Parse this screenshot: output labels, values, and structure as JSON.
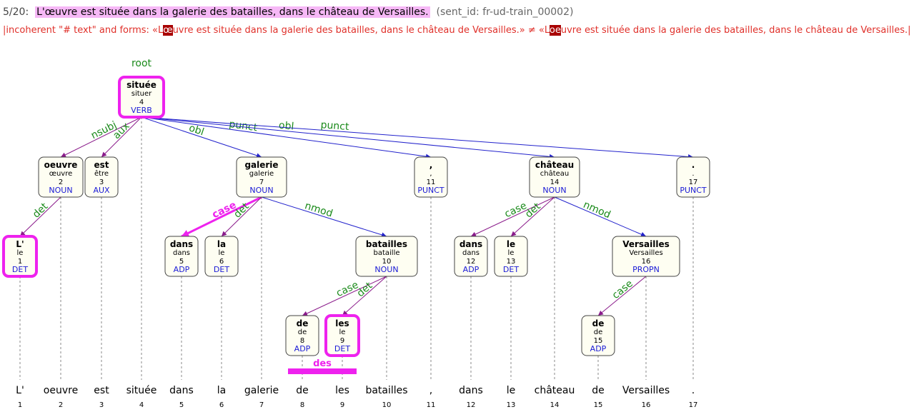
{
  "header": {
    "counter": "5/20",
    "sentence": "L'œuvre est située dans la galerie des batailles, dans le château de Versailles.",
    "sent_id": "(sent_id: fr-ud-train_00002)"
  },
  "error": {
    "prefix": "|incoherent \"# text\" and forms: «L",
    "oe1": "œ",
    "mid1": "uvre est située dans la galerie des batailles, dans le château de Versailles.» ≠ «L",
    "oe2": "o",
    "mid2": "e",
    "suffix": "uvre est située dans la galerie des batailles, dans le château de Versailles.|"
  },
  "root_label": "root",
  "tokens": [
    {
      "id": 1,
      "form": "L'",
      "lemma": "le",
      "upos": "DET",
      "head": 2,
      "deprel": "det",
      "highlight": true
    },
    {
      "id": 2,
      "form": "oeuvre",
      "lemma": "œuvre",
      "upos": "NOUN",
      "head": 4,
      "deprel": "nsubj"
    },
    {
      "id": 3,
      "form": "est",
      "lemma": "être",
      "upos": "AUX",
      "head": 4,
      "deprel": "aux"
    },
    {
      "id": 4,
      "form": "située",
      "lemma": "situer",
      "upos": "VERB",
      "head": 0,
      "deprel": "root",
      "highlight": true
    },
    {
      "id": 5,
      "form": "dans",
      "lemma": "dans",
      "upos": "ADP",
      "head": 7,
      "deprel": "case",
      "edge_highlight": true
    },
    {
      "id": 6,
      "form": "la",
      "lemma": "le",
      "upos": "DET",
      "head": 7,
      "deprel": "det"
    },
    {
      "id": 7,
      "form": "galerie",
      "lemma": "galerie",
      "upos": "NOUN",
      "head": 4,
      "deprel": "obl"
    },
    {
      "id": 8,
      "form": "de",
      "lemma": "de",
      "upos": "ADP",
      "head": 10,
      "deprel": "case"
    },
    {
      "id": 9,
      "form": "les",
      "lemma": "le",
      "upos": "DET",
      "head": 10,
      "deprel": "det",
      "highlight": true
    },
    {
      "id": 10,
      "form": "batailles",
      "lemma": "bataille",
      "upos": "NOUN",
      "head": 7,
      "deprel": "nmod"
    },
    {
      "id": 11,
      "form": ",",
      "lemma": ",",
      "upos": "PUNCT",
      "head": 4,
      "deprel": "punct"
    },
    {
      "id": 12,
      "form": "dans",
      "lemma": "dans",
      "upos": "ADP",
      "head": 14,
      "deprel": "case"
    },
    {
      "id": 13,
      "form": "le",
      "lemma": "le",
      "upos": "DET",
      "head": 14,
      "deprel": "det"
    },
    {
      "id": 14,
      "form": "château",
      "lemma": "château",
      "upos": "NOUN",
      "head": 4,
      "deprel": "obl"
    },
    {
      "id": 15,
      "form": "de",
      "lemma": "de",
      "upos": "ADP",
      "head": 16,
      "deprel": "case"
    },
    {
      "id": 16,
      "form": "Versailles",
      "lemma": "Versailles",
      "upos": "PROPN",
      "head": 14,
      "deprel": "nmod"
    },
    {
      "id": 17,
      "form": ".",
      "lemma": ".",
      "upos": "PUNCT",
      "head": 4,
      "deprel": "punct"
    }
  ],
  "multiword": {
    "from": 8,
    "to": 9,
    "form": "des"
  }
}
